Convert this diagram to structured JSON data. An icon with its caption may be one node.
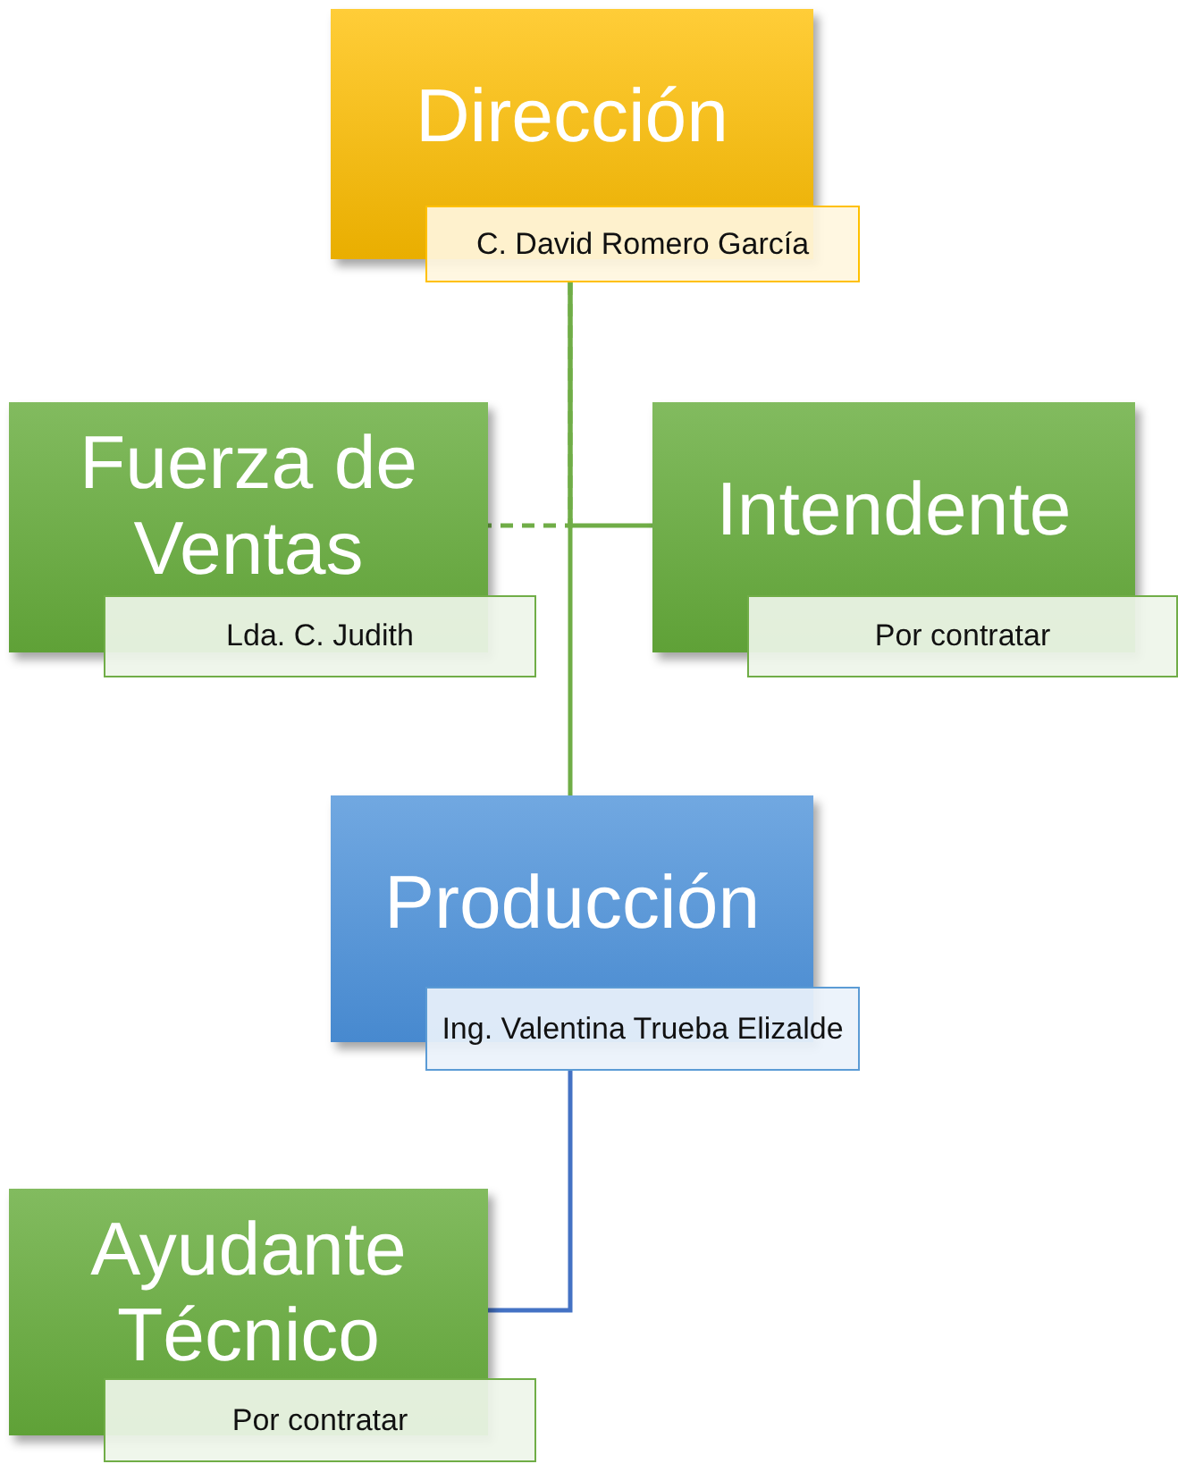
{
  "diagram": {
    "nodes": [
      {
        "text": [
          "Dirección",
          "C. David Romero García"
        ]
      },
      {
        "text": [
          "Fuerza de Ventas",
          "Lda. C. Judith"
        ]
      },
      {
        "text": [
          "Intendente",
          "Por contratar"
        ]
      },
      {
        "text": [
          "Producción",
          "Ing. Valentina Trueba Elizalde"
        ]
      },
      {
        "text": [
          "Ayudante Técnico",
          "Por contratar"
        ]
      }
    ],
    "edges": [
      {
        "from": 0,
        "to": 1,
        "arrow": "none",
        "style": "dashed"
      },
      {
        "from": 0,
        "to": 2,
        "arrow": "none"
      },
      {
        "from": 0,
        "to": 3,
        "arrow": "none"
      },
      {
        "from": 3,
        "to": 4,
        "arrow": "none",
        "color": "#4472c4"
      }
    ]
  }
}
